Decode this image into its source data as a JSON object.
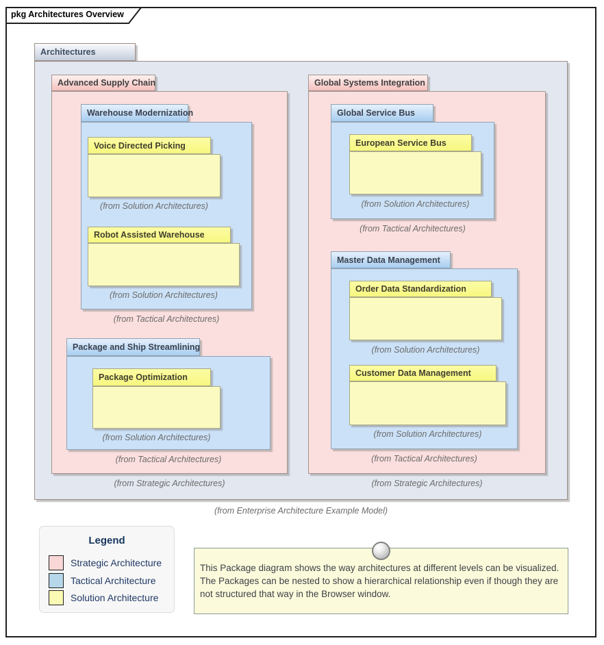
{
  "frame": {
    "title": "pkg Architectures Overview"
  },
  "root_package": {
    "name": "Architectures",
    "from": "(from Enterprise Architecture Example Model)"
  },
  "packages": {
    "advanced_supply_chain": {
      "name": "Advanced Supply Chain",
      "from": "(from Strategic Architectures)"
    },
    "warehouse_modernization": {
      "name": "Warehouse Modernization",
      "from": "(from Tactical Architectures)"
    },
    "voice_directed_picking": {
      "name": "Voice Directed Picking",
      "from": "(from Solution Architectures)"
    },
    "robot_assisted_warehouse": {
      "name": "Robot Assisted Warehouse",
      "from": "(from Solution Architectures)"
    },
    "package_and_ship_streamlining": {
      "name": "Package and Ship Streamlining",
      "from": "(from Tactical Architectures)"
    },
    "package_optimization": {
      "name": "Package Optimization",
      "from": "(from Solution Architectures)"
    },
    "global_systems_integration": {
      "name": "Global Systems Integration",
      "from": "(from Strategic Architectures)"
    },
    "global_service_bus": {
      "name": "Global Service Bus",
      "from": "(from Tactical Architectures)"
    },
    "european_service_bus": {
      "name": "European Service Bus",
      "from": "(from Solution Architectures)"
    },
    "master_data_management": {
      "name": "Master Data Management",
      "from": "(from Tactical Architectures)"
    },
    "order_data_standardization": {
      "name": "Order Data Standardization",
      "from": "(from Solution Architectures)"
    },
    "customer_data_management": {
      "name": "Customer Data Management",
      "from": "(from Solution Architectures)"
    }
  },
  "colors": {
    "strategic": "#FBDFDE",
    "tactical": "#CBE1F7",
    "solution": "#FBFBC1",
    "root": "#E2E7F0"
  },
  "legend": {
    "title": "Legend",
    "items": [
      {
        "label": "Strategic Architecture",
        "color": "#F9D7D7"
      },
      {
        "label": "Tactical Architecture",
        "color": "#B5D7E9"
      },
      {
        "label": "Solution Architecture",
        "color": "#FAFAB4"
      }
    ]
  },
  "note": {
    "text": "This Package diagram shows the way architectures at different levels can be visualized. The Packages can be nested to show a hierarchical relationship even if though they are not structured that way in the Browser window."
  }
}
